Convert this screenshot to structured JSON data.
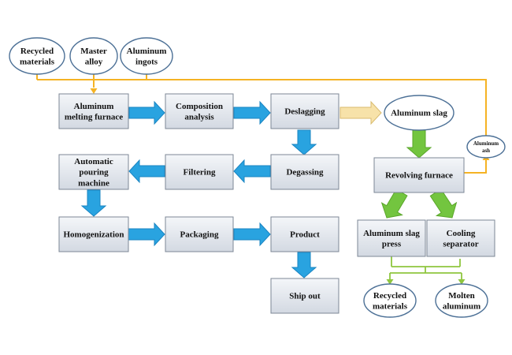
{
  "colors": {
    "box_fill_top": "#f4f6f9",
    "box_fill_bottom": "#d3d9e2",
    "box_stroke": "#7c8796",
    "oval_fill": "#ffffff",
    "oval_stroke": "#4c7096",
    "blue_arrow": "#29a3e0",
    "blue_arrow_stroke": "#1a84c2",
    "green_arrow": "#73c53f",
    "green_arrow_stroke": "#5aa62a",
    "slag_arrow": "#f7e2a9",
    "slag_arrow_stroke": "#d8bb6f",
    "feed_line": "#f5b324",
    "output_line": "#8fc63f"
  },
  "inputs": {
    "recycled": [
      "Recycled",
      "materials"
    ],
    "master_alloy": [
      "Master",
      "alloy"
    ],
    "aluminum_ingots": [
      "Aluminum",
      "ingots"
    ]
  },
  "process": {
    "melting_furnace": [
      "Aluminum",
      "melting furnace"
    ],
    "composition_analysis": [
      "Composition",
      "analysis"
    ],
    "deslagging": [
      "Deslagging"
    ],
    "degassing": [
      "Degassing"
    ],
    "filtering": [
      "Filtering"
    ],
    "automatic_pouring": [
      "Automatic",
      "pouring",
      "machine"
    ],
    "homogenization": [
      "Homogenization"
    ],
    "packaging": [
      "Packaging"
    ],
    "product": [
      "Product"
    ],
    "ship_out": [
      "Ship out"
    ]
  },
  "slag": {
    "aluminum_slag": [
      "Aluminum slag"
    ],
    "aluminum_ash": [
      "Aluminum",
      "ash"
    ],
    "revolving_furnace": [
      "Revolving furnace"
    ],
    "slag_press": [
      "Aluminum slag",
      "press"
    ],
    "cooling_separator": [
      "Cooling",
      "separator"
    ],
    "recycled_materials": [
      "Recycled",
      "materials"
    ],
    "molten_aluminum": [
      "Molten",
      "aluminum"
    ]
  }
}
